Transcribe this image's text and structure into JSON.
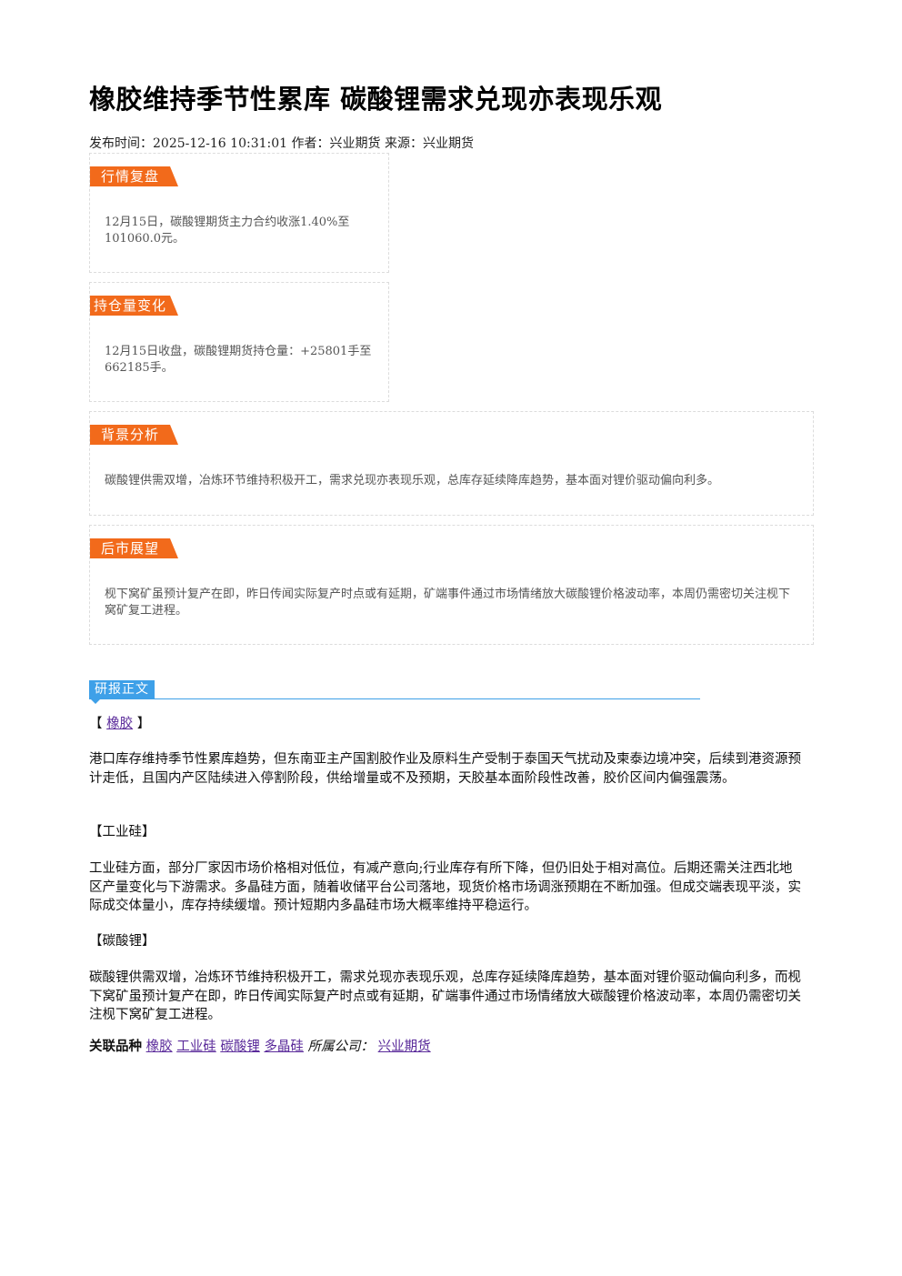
{
  "title": "橡胶维持季节性累库 碳酸锂需求兑现亦表现乐观",
  "meta": {
    "publish_label": "发布时间：",
    "publish_time": "2025-12-16 10:31:01",
    "author_label": "作者：",
    "author": "兴业期货",
    "source_label": "来源：",
    "source": "兴业期货"
  },
  "boxes": {
    "market_review": {
      "tag": "行情复盘",
      "text": "12月15日，碳酸锂期货主力合约收涨1.40%至101060.0元。"
    },
    "position_change": {
      "tag": "持仓量变化",
      "text": "12月15日收盘，碳酸锂期货持仓量：+25801手至662185手。"
    },
    "background": {
      "tag": "背景分析",
      "text": "碳酸锂供需双增，冶炼环节维持积极开工，需求兑现亦表现乐观，总库存延续降库趋势，基本面对锂价驱动偏向利多。"
    },
    "outlook": {
      "tag": "后市展望",
      "text": "枧下窝矿虽预计复产在即，昨日传闻实际复产时点或有延期，矿端事件通过市场情绪放大碳酸锂价格波动率，本周仍需密切关注枧下窝矿复工进程。"
    }
  },
  "report": {
    "section_label": "研报正文",
    "rubber_open": "【",
    "rubber_link": "橡胶",
    "rubber_close": "】",
    "rubber_text": "港口库存维持季节性累库趋势，但东南亚主产国割胶作业及原料生产受制于泰国天气扰动及柬泰边境冲突，后续到港资源预计走低，且国内产区陆续进入停割阶段，供给增量或不及预期，天胶基本面阶段性改善，胶价区间内偏强震荡。",
    "silicon_heading": "【工业硅】",
    "silicon_text": "工业硅方面，部分厂家因市场价格相对低位，有减产意向;行业库存有所下降，但仍旧处于相对高位。后期还需关注西北地区产量变化与下游需求。多晶硅方面，随着收储平台公司落地，现货价格市场调涨预期在不断加强。但成交端表现平淡，实际成交体量小，库存持续缓增。预计短期内多晶硅市场大概率维持平稳运行。",
    "lithium_heading": "【碳酸锂】",
    "lithium_text": "碳酸锂供需双增，冶炼环节维持积极开工，需求兑现亦表现乐观，总库存延续降库趋势，基本面对锂价驱动偏向利多，而枧下窝矿虽预计复产在即，昨日传闻实际复产时点或有延期，矿端事件通过市场情绪放大碳酸锂价格波动率，本周仍需密切关注枧下窝矿复工进程。"
  },
  "footer": {
    "related_label": "关联品种",
    "related_items": [
      "橡胶",
      "工业硅",
      "碳酸锂",
      "多晶硅"
    ],
    "company_label": "所属公司：",
    "company": "兴业期货"
  }
}
